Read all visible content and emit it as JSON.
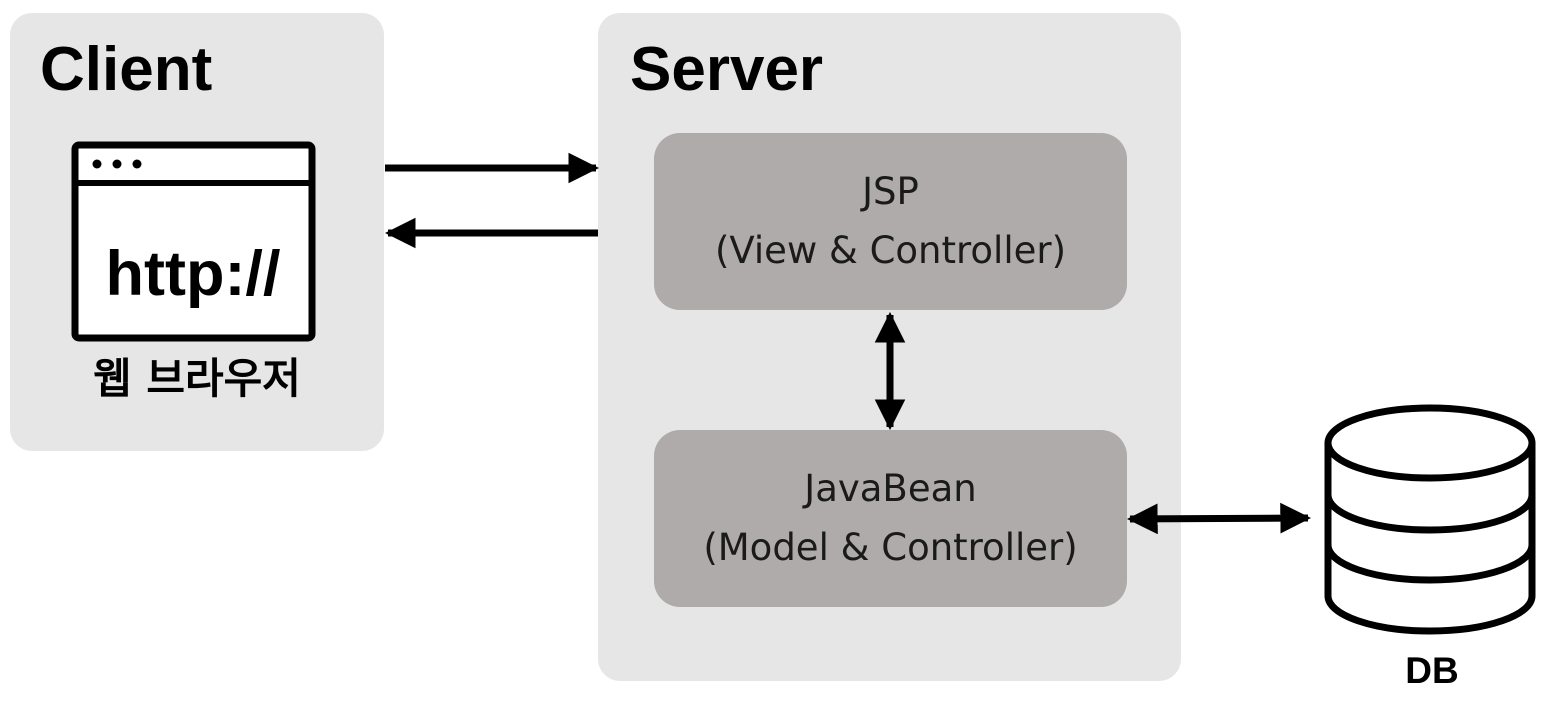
{
  "client": {
    "title": "Client",
    "browser_url_text": "http://",
    "browser_label": "웹 브라우저"
  },
  "server": {
    "title": "Server",
    "jsp": {
      "name": "JSP",
      "role": "(View & Controller)"
    },
    "javabean": {
      "name": "JavaBean",
      "role": "(Model & Controller)"
    }
  },
  "database": {
    "label": "DB",
    "icon": "database-icon"
  },
  "connections": [
    {
      "from": "client",
      "to": "server",
      "direction": "request"
    },
    {
      "from": "server",
      "to": "client",
      "direction": "response"
    },
    {
      "from": "jsp",
      "to": "javabean",
      "direction": "bidirectional"
    },
    {
      "from": "javabean",
      "to": "database",
      "direction": "bidirectional"
    }
  ]
}
